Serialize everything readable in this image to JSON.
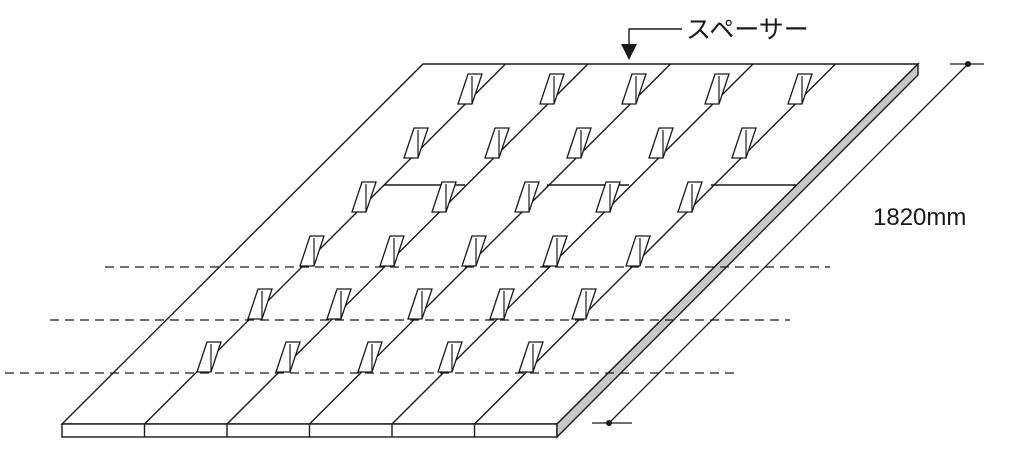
{
  "labels": {
    "spacer": "スペーサー",
    "dimension": "1820mm"
  },
  "colors": {
    "line": "#1a1a1a",
    "edge_fill": "#c8c8c8",
    "background": "#ffffff"
  },
  "structure": {
    "panel_count": 6,
    "dashed_line_count": 3
  }
}
